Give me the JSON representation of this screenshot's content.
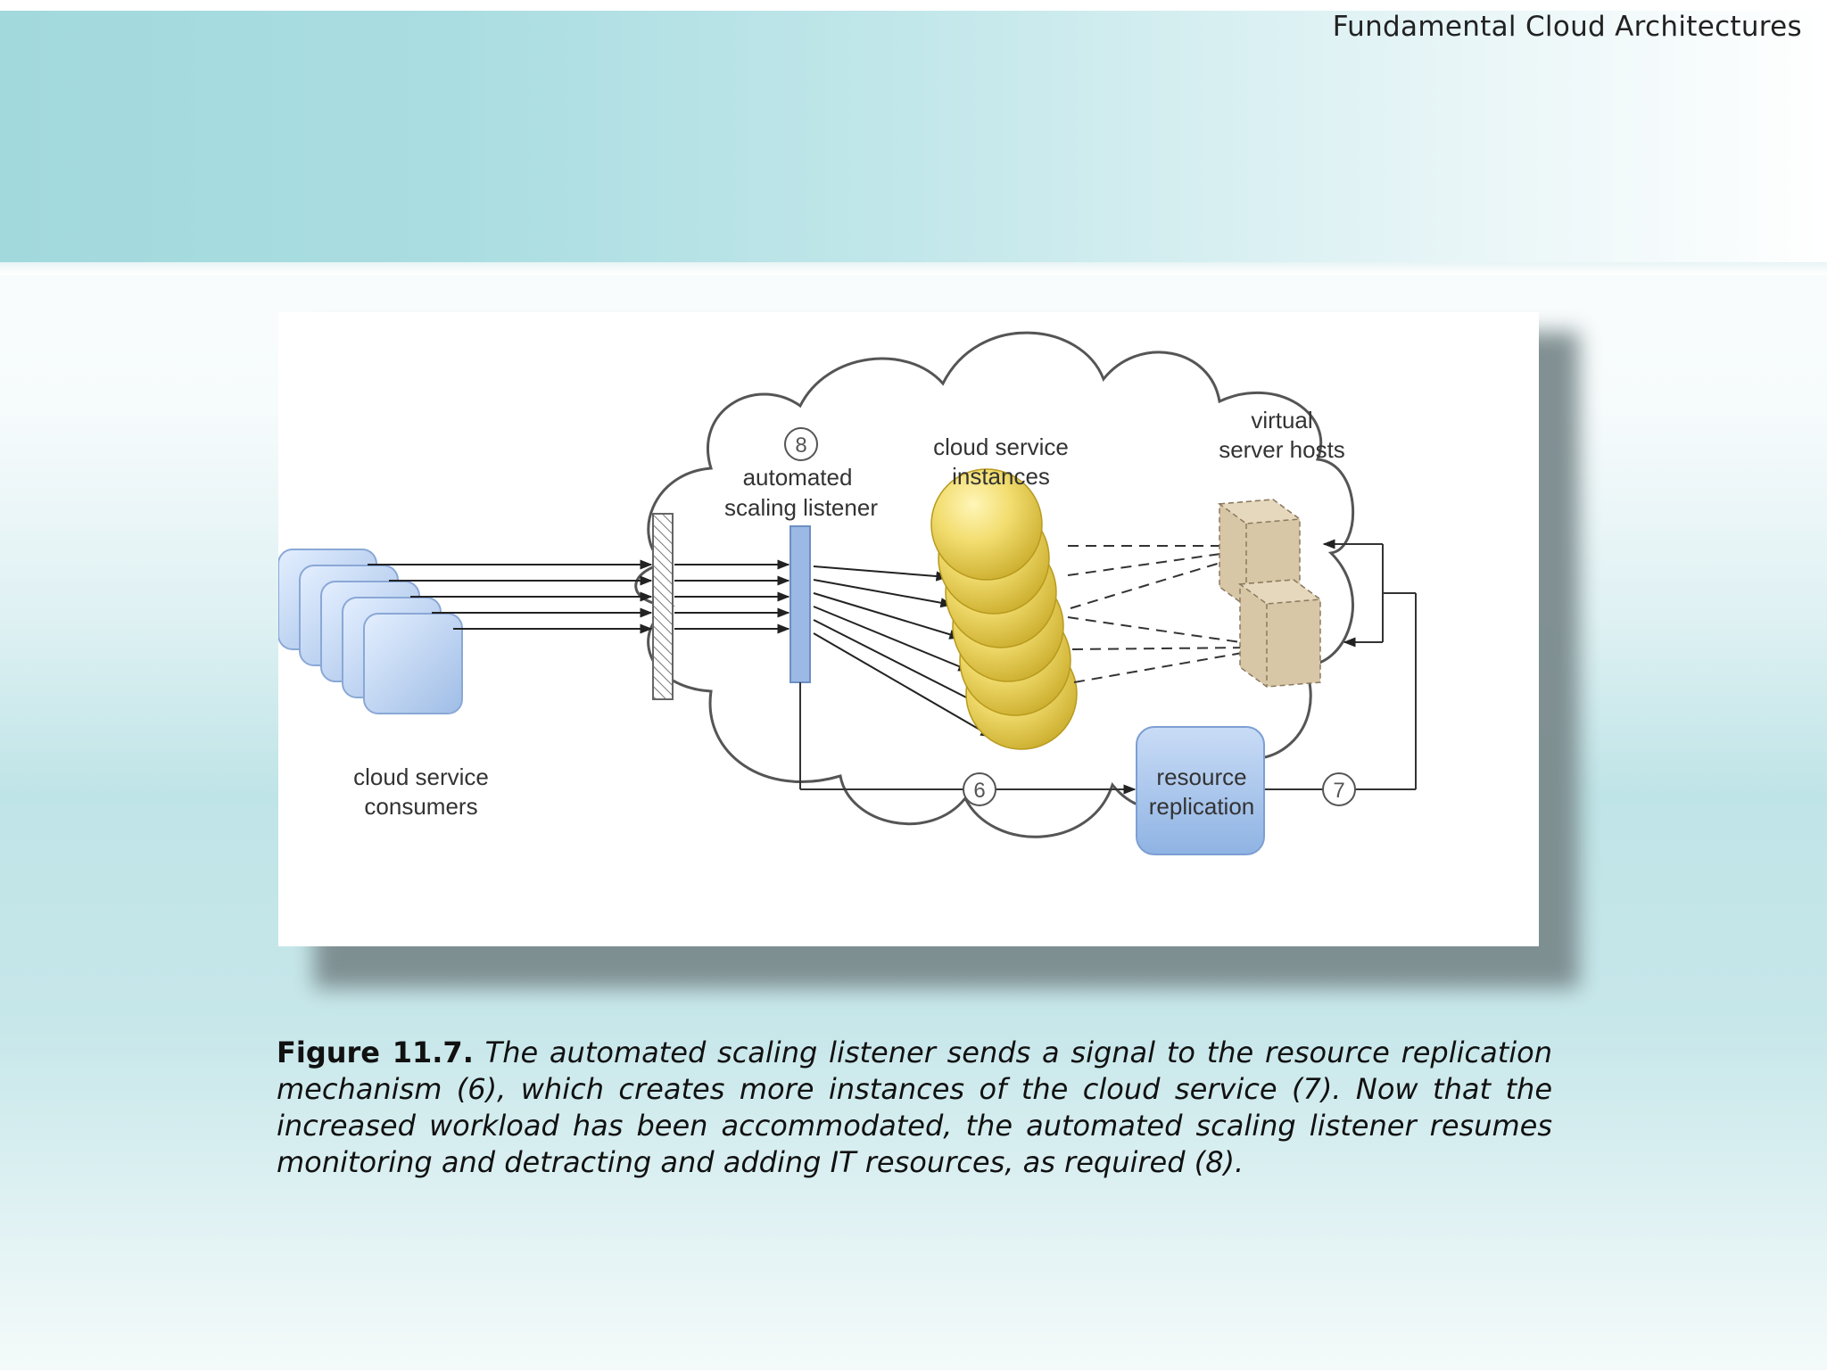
{
  "header": {
    "title": "Fundamental Cloud Architectures"
  },
  "diagram": {
    "labels": {
      "consumers": [
        "cloud service",
        "consumers"
      ],
      "listener": [
        "automated",
        "scaling listener"
      ],
      "instances": [
        "cloud service",
        "instances"
      ],
      "hosts": [
        "virtual",
        "server hosts"
      ],
      "replication": [
        "resource",
        "replication"
      ]
    },
    "step_numbers": {
      "six": "6",
      "seven": "7",
      "eight": "8"
    }
  },
  "caption": {
    "label": "Figure 11.7.",
    "text": "The automated scaling listener sends a signal to the resource replication mechanism (6), which creates more instances of the cloud service (7). Now that the increased workload has been accommodated, the automated scaling listener resumes monitoring and detracting and adding IT resources, as required (8)."
  }
}
